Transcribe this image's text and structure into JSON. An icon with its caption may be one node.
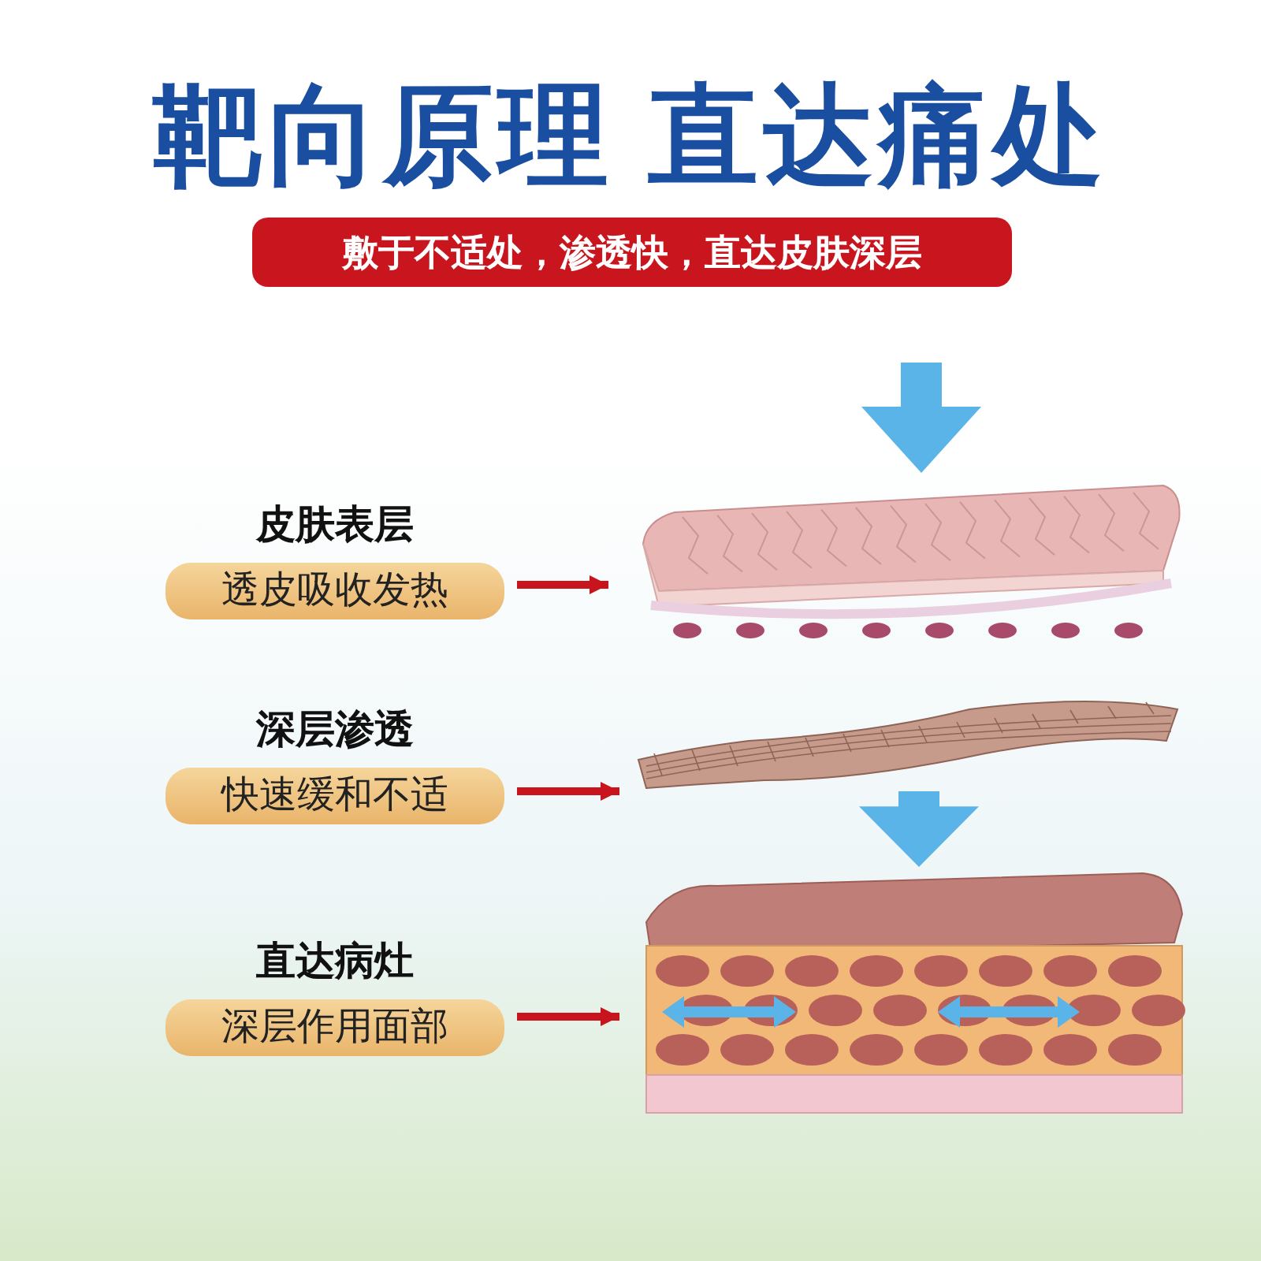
{
  "diagram": {
    "title": "靶向原理 直达痛处",
    "nodes": [
      {
        "text": [
          "敷于不适处，渗透快，直达皮肤深层"
        ]
      },
      {
        "text": [
          "皮肤表层",
          "透皮吸收发热"
        ]
      },
      {
        "text": [
          "深层渗透",
          "快速缓和不适"
        ]
      },
      {
        "text": [
          "直达病灶",
          "深层作用面部"
        ]
      },
      {
        "text": [],
        "shape": "picture"
      },
      {
        "text": [],
        "shape": "picture"
      },
      {
        "text": [],
        "shape": "picture"
      }
    ],
    "edges": [
      {
        "from": 1,
        "to": 4,
        "arrow": "to"
      },
      {
        "from": 2,
        "to": 5,
        "arrow": "to"
      },
      {
        "from": 3,
        "to": 6,
        "arrow": "to"
      },
      {
        "from": null,
        "to": 4,
        "arrow": "to",
        "style": "thick",
        "color": "#5ab4e8"
      },
      {
        "from": 5,
        "to": 6,
        "arrow": "to",
        "style": "thick",
        "color": "#5ab4e8"
      }
    ]
  }
}
